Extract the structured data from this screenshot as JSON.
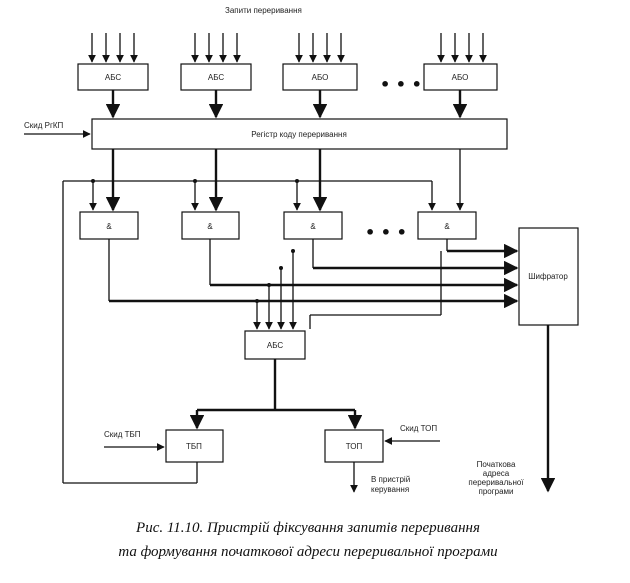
{
  "diagram": {
    "labels": {
      "top_input": "Запити переривання",
      "reset_register": "Скид РгКП",
      "register": "Регістр коду переривання",
      "encoder": "Шифратор",
      "abc_bottom": "АБС",
      "tbp": "ТБП",
      "top_flipflop": "ТОП",
      "reset_tbp": "Скид ТБП",
      "reset_top": "Скид ТОП",
      "to_control_line1": "В пристрій",
      "to_control_line2": "керування",
      "start_address_line1": "Початкова",
      "start_address_line2": "адреса",
      "start_address_line3": "переривальної",
      "start_address_line4": "програми",
      "ellipsis": "• • •",
      "gate_symbol": "&"
    },
    "top_blocks": [
      "АБС",
      "АБС",
      "АБО",
      "АБО"
    ],
    "caption": {
      "line1": "Рис. 11.10. Пристрій фіксування запитів переривання",
      "line2": "та формування початкової адреси переривальної програми"
    }
  }
}
